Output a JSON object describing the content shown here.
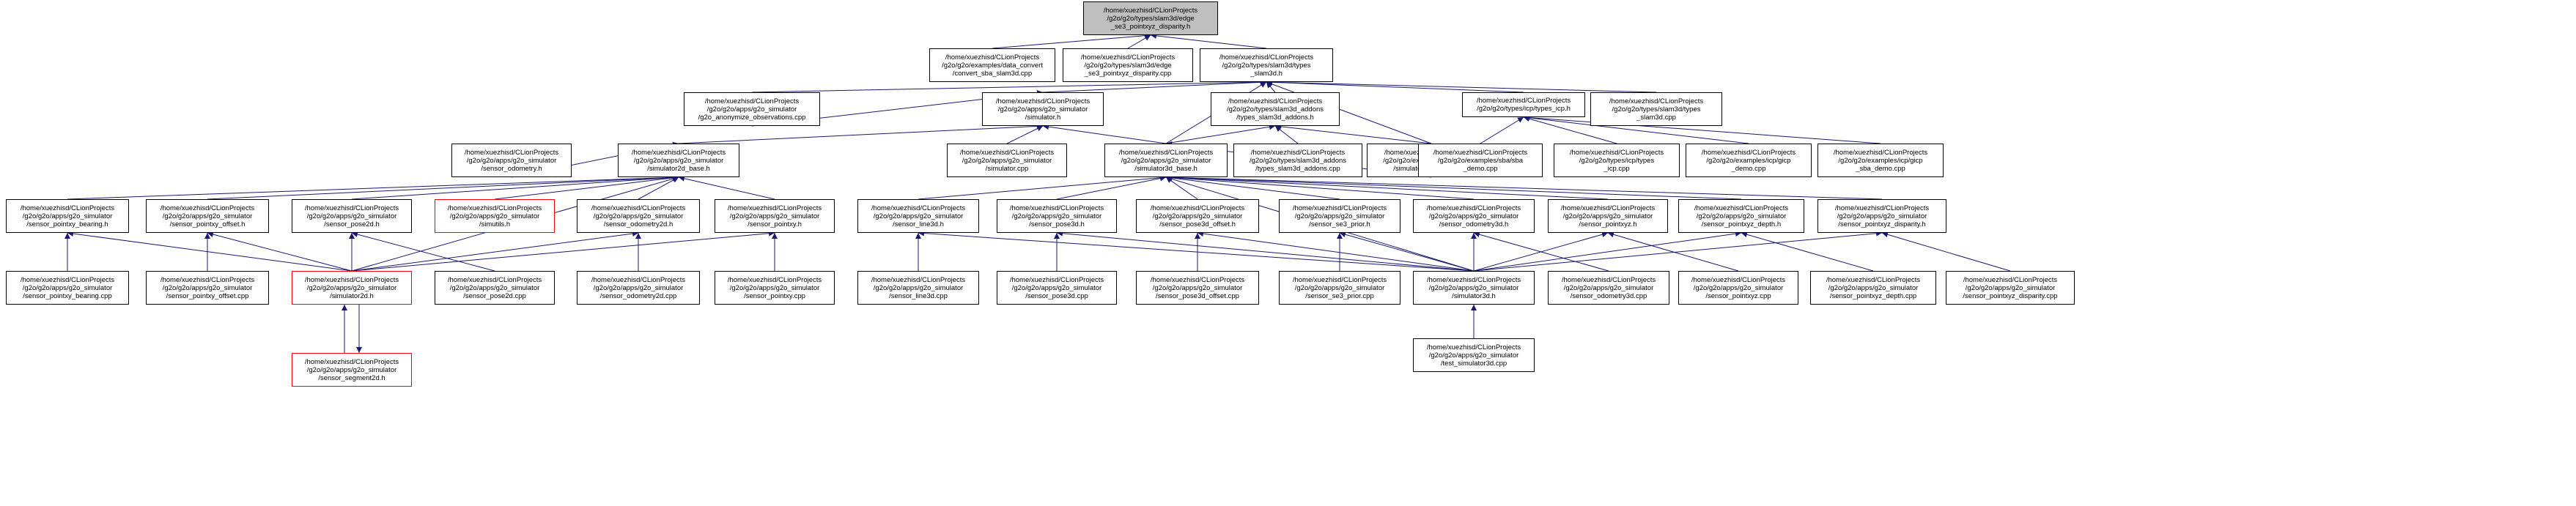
{
  "colors": {
    "edge": "#191970",
    "node_border": "#000000",
    "highlight_border": "#ff0000",
    "root_fill": "#bfbfbf"
  },
  "nodes": [
    {
      "id": "root",
      "lines": [
        "/home/xuezhisd/CLionProjects",
        "/g2o/g2o/types/slam3d/edge",
        "_se3_pointxyz_disparity.h"
      ],
      "style": "root"
    },
    {
      "id": "data_convert",
      "lines": [
        "/home/xuezhisd/CLionProjects",
        "/g2o/g2o/examples/data_convert",
        "/convert_sba_slam3d.cpp"
      ]
    },
    {
      "id": "edge_cpp",
      "lines": [
        "/home/xuezhisd/CLionProjects",
        "/g2o/g2o/types/slam3d/edge",
        "_se3_pointxyz_disparity.cpp"
      ]
    },
    {
      "id": "types_slam3d",
      "lines": [
        "/home/xuezhisd/CLionProjects",
        "/g2o/g2o/types/slam3d/types",
        "_slam3d.h"
      ]
    },
    {
      "id": "anonymize",
      "lines": [
        "/home/xuezhisd/CLionProjects",
        "/g2o/g2o/apps/g2o_simulator",
        "/g2o_anonymize_observations.cpp"
      ]
    },
    {
      "id": "simulator_h",
      "lines": [
        "/home/xuezhisd/CLionProjects",
        "/g2o/g2o/apps/g2o_simulator",
        "/simulator.h"
      ]
    },
    {
      "id": "addons_h",
      "lines": [
        "/home/xuezhisd/CLionProjects",
        "/g2o/g2o/types/slam3d_addons",
        "/types_slam3d_addons.h"
      ]
    },
    {
      "id": "icp_h",
      "lines": [
        "/home/xuezhisd/CLionProjects",
        "/g2o/g2o/types/icp/types_icp.h"
      ]
    },
    {
      "id": "types_slam3d_cpp",
      "lines": [
        "/home/xuezhisd/CLionProjects",
        "/g2o/g2o/types/slam3d/types",
        "_slam3d.cpp"
      ]
    },
    {
      "id": "sensor_odometry_h",
      "lines": [
        "/home/xuezhisd/CLionProjects",
        "/g2o/g2o/apps/g2o_simulator",
        "/sensor_odometry.h"
      ]
    },
    {
      "id": "sim2d_base",
      "lines": [
        "/home/xuezhisd/CLionProjects",
        "/g2o/g2o/apps/g2o_simulator",
        "/simulator2d_base.h"
      ]
    },
    {
      "id": "simulator_cpp",
      "lines": [
        "/home/xuezhisd/CLionProjects",
        "/g2o/g2o/apps/g2o_simulator",
        "/simulator.cpp"
      ]
    },
    {
      "id": "sim3d_base",
      "lines": [
        "/home/xuezhisd/CLionProjects",
        "/g2o/g2o/apps/g2o_simulator",
        "/simulator3d_base.h"
      ]
    },
    {
      "id": "addons_cpp",
      "lines": [
        "/home/xuezhisd/CLionProjects",
        "/g2o/g2o/types/slam3d_addons",
        "/types_slam3d_addons.cpp"
      ]
    },
    {
      "id": "plane_slam",
      "lines": [
        "/home/xuezhisd/CLionProjects",
        "/g2o/g2o/examples/plane_slam",
        "/simulator_3d_plane.cpp"
      ]
    },
    {
      "id": "sba_demo",
      "lines": [
        "/home/xuezhisd/CLionProjects",
        "/g2o/g2o/examples/sba/sba",
        "_demo.cpp"
      ]
    },
    {
      "id": "icp_cpp",
      "lines": [
        "/home/xuezhisd/CLionProjects",
        "/g2o/g2o/types/icp/types",
        "_icp.cpp"
      ]
    },
    {
      "id": "gicp_demo",
      "lines": [
        "/home/xuezhisd/CLionProjects",
        "/g2o/g2o/examples/icp/gicp",
        "_demo.cpp"
      ]
    },
    {
      "id": "gicp_sba_demo",
      "lines": [
        "/home/xuezhisd/CLionProjects",
        "/g2o/g2o/examples/icp/gicp",
        "_sba_demo.cpp"
      ]
    },
    {
      "id": "pointxy_bearing_h",
      "lines": [
        "/home/xuezhisd/CLionProjects",
        "/g2o/g2o/apps/g2o_simulator",
        "/sensor_pointxy_bearing.h"
      ]
    },
    {
      "id": "pointxy_offset_h",
      "lines": [
        "/home/xuezhisd/CLionProjects",
        "/g2o/g2o/apps/g2o_simulator",
        "/sensor_pointxy_offset.h"
      ]
    },
    {
      "id": "pose2d_h",
      "lines": [
        "/home/xuezhisd/CLionProjects",
        "/g2o/g2o/apps/g2o_simulator",
        "/sensor_pose2d.h"
      ]
    },
    {
      "id": "simutils_h",
      "lines": [
        "/home/xuezhisd/CLionProjects",
        "/g2o/g2o/apps/g2o_simulator",
        "/simutils.h"
      ],
      "style": "hl"
    },
    {
      "id": "odometry2d_h",
      "lines": [
        "/home/xuezhisd/CLionProjects",
        "/g2o/g2o/apps/g2o_simulator",
        "/sensor_odometry2d.h"
      ]
    },
    {
      "id": "pointxy_h",
      "lines": [
        "/home/xuezhisd/CLionProjects",
        "/g2o/g2o/apps/g2o_simulator",
        "/sensor_pointxy.h"
      ]
    },
    {
      "id": "line3d_h",
      "lines": [
        "/home/xuezhisd/CLionProjects",
        "/g2o/g2o/apps/g2o_simulator",
        "/sensor_line3d.h"
      ]
    },
    {
      "id": "pose3d_h",
      "lines": [
        "/home/xuezhisd/CLionProjects",
        "/g2o/g2o/apps/g2o_simulator",
        "/sensor_pose3d.h"
      ]
    },
    {
      "id": "pose3d_offset_h",
      "lines": [
        "/home/xuezhisd/CLionProjects",
        "/g2o/g2o/apps/g2o_simulator",
        "/sensor_pose3d_offset.h"
      ]
    },
    {
      "id": "se3_prior_h",
      "lines": [
        "/home/xuezhisd/CLionProjects",
        "/g2o/g2o/apps/g2o_simulator",
        "/sensor_se3_prior.h"
      ]
    },
    {
      "id": "odometry3d_h",
      "lines": [
        "/home/xuezhisd/CLionProjects",
        "/g2o/g2o/apps/g2o_simulator",
        "/sensor_odometry3d.h"
      ]
    },
    {
      "id": "pointxyz_h",
      "lines": [
        "/home/xuezhisd/CLionProjects",
        "/g2o/g2o/apps/g2o_simulator",
        "/sensor_pointxyz.h"
      ]
    },
    {
      "id": "pointxyz_depth_h",
      "lines": [
        "/home/xuezhisd/CLionProjects",
        "/g2o/g2o/apps/g2o_simulator",
        "/sensor_pointxyz_depth.h"
      ]
    },
    {
      "id": "pointxyz_disparity_h",
      "lines": [
        "/home/xuezhisd/CLionProjects",
        "/g2o/g2o/apps/g2o_simulator",
        "/sensor_pointxyz_disparity.h"
      ]
    },
    {
      "id": "pointxy_bearing_cpp",
      "lines": [
        "/home/xuezhisd/CLionProjects",
        "/g2o/g2o/apps/g2o_simulator",
        "/sensor_pointxy_bearing.cpp"
      ]
    },
    {
      "id": "pointxy_offset_cpp",
      "lines": [
        "/home/xuezhisd/CLionProjects",
        "/g2o/g2o/apps/g2o_simulator",
        "/sensor_pointxy_offset.cpp"
      ]
    },
    {
      "id": "simulator2d_h",
      "lines": [
        "/home/xuezhisd/CLionProjects",
        "/g2o/g2o/apps/g2o_simulator",
        "/simulator2d.h"
      ],
      "style": "hl"
    },
    {
      "id": "pose2d_cpp",
      "lines": [
        "/home/xuezhisd/CLionProjects",
        "/g2o/g2o/apps/g2o_simulator",
        "/sensor_pose2d.cpp"
      ]
    },
    {
      "id": "odometry2d_cpp",
      "lines": [
        "/home/xuezhisd/CLionProjects",
        "/g2o/g2o/apps/g2o_simulator",
        "/sensor_odometry2d.cpp"
      ]
    },
    {
      "id": "pointxy_cpp",
      "lines": [
        "/home/xuezhisd/CLionProjects",
        "/g2o/g2o/apps/g2o_simulator",
        "/sensor_pointxy.cpp"
      ]
    },
    {
      "id": "line3d_cpp",
      "lines": [
        "/home/xuezhisd/CLionProjects",
        "/g2o/g2o/apps/g2o_simulator",
        "/sensor_line3d.cpp"
      ]
    },
    {
      "id": "pose3d_cpp",
      "lines": [
        "/home/xuezhisd/CLionProjects",
        "/g2o/g2o/apps/g2o_simulator",
        "/sensor_pose3d.cpp"
      ]
    },
    {
      "id": "pose3d_offset_cpp",
      "lines": [
        "/home/xuezhisd/CLionProjects",
        "/g2o/g2o/apps/g2o_simulator",
        "/sensor_pose3d_offset.cpp"
      ]
    },
    {
      "id": "se3_prior_cpp",
      "lines": [
        "/home/xuezhisd/CLionProjects",
        "/g2o/g2o/apps/g2o_simulator",
        "/sensor_se3_prior.cpp"
      ]
    },
    {
      "id": "simulator3d_h",
      "lines": [
        "/home/xuezhisd/CLionProjects",
        "/g2o/g2o/apps/g2o_simulator",
        "/simulator3d.h"
      ]
    },
    {
      "id": "odometry3d_cpp",
      "lines": [
        "/home/xuezhisd/CLionProjects",
        "/g2o/g2o/apps/g2o_simulator",
        "/sensor_odometry3d.cpp"
      ]
    },
    {
      "id": "pointxyz_cpp",
      "lines": [
        "/home/xuezhisd/CLionProjects",
        "/g2o/g2o/apps/g2o_simulator",
        "/sensor_pointxyz.cpp"
      ]
    },
    {
      "id": "pointxyz_depth_cpp",
      "lines": [
        "/home/xuezhisd/CLionProjects",
        "/g2o/g2o/apps/g2o_simulator",
        "/sensor_pointxyz_depth.cpp"
      ]
    },
    {
      "id": "pointxyz_disparity_cpp",
      "lines": [
        "/home/xuezhisd/CLionProjects",
        "/g2o/g2o/apps/g2o_simulator",
        "/sensor_pointxyz_disparity.cpp"
      ]
    },
    {
      "id": "segment2d_h",
      "lines": [
        "/home/xuezhisd/CLionProjects",
        "/g2o/g2o/apps/g2o_simulator",
        "/sensor_segment2d.h"
      ],
      "style": "hl"
    },
    {
      "id": "test_sim3d",
      "lines": [
        "/home/xuezhisd/CLionProjects",
        "/g2o/g2o/apps/g2o_simulator",
        "/test_simulator3d.cpp"
      ]
    }
  ],
  "edges": [
    [
      "data_convert",
      "root"
    ],
    [
      "edge_cpp",
      "root"
    ],
    [
      "types_slam3d",
      "root"
    ],
    [
      "anonymize",
      "types_slam3d"
    ],
    [
      "simulator_h",
      "types_slam3d"
    ],
    [
      "sim3d_base",
      "types_slam3d"
    ],
    [
      "addons_h",
      "types_slam3d"
    ],
    [
      "plane_slam",
      "types_slam3d"
    ],
    [
      "icp_h",
      "types_slam3d"
    ],
    [
      "types_slam3d_cpp",
      "types_slam3d"
    ],
    [
      "anonymize",
      "simulator_h"
    ],
    [
      "sim2d_base",
      "simulator_h"
    ],
    [
      "simulator_cpp",
      "simulator_h"
    ],
    [
      "sim3d_base",
      "simulator_h"
    ],
    [
      "sim3d_base",
      "addons_h"
    ],
    [
      "addons_cpp",
      "addons_h"
    ],
    [
      "plane_slam",
      "addons_h"
    ],
    [
      "sba_demo",
      "icp_h"
    ],
    [
      "icp_cpp",
      "icp_h"
    ],
    [
      "gicp_demo",
      "icp_h"
    ],
    [
      "gicp_sba_demo",
      "icp_h"
    ],
    [
      "sensor_odometry_h",
      "sim2d_base"
    ],
    [
      "pointxy_bearing_h",
      "sim2d_base"
    ],
    [
      "pointxy_offset_h",
      "sim2d_base"
    ],
    [
      "pose2d_h",
      "sim2d_base"
    ],
    [
      "simutils_h",
      "sim2d_base"
    ],
    [
      "odometry2d_h",
      "sim2d_base"
    ],
    [
      "pointxy_h",
      "sim2d_base"
    ],
    [
      "simulator2d_h",
      "sim2d_base"
    ],
    [
      "line3d_h",
      "sim3d_base"
    ],
    [
      "pose3d_h",
      "sim3d_base"
    ],
    [
      "pose3d_offset_h",
      "sim3d_base"
    ],
    [
      "se3_prior_h",
      "sim3d_base"
    ],
    [
      "odometry3d_h",
      "sim3d_base"
    ],
    [
      "pointxyz_h",
      "sim3d_base"
    ],
    [
      "pointxyz_depth_h",
      "sim3d_base"
    ],
    [
      "pointxyz_disparity_h",
      "sim3d_base"
    ],
    [
      "simulator3d_h",
      "sim3d_base"
    ],
    [
      "plane_slam",
      "sim3d_base"
    ],
    [
      "pointxy_bearing_cpp",
      "pointxy_bearing_h"
    ],
    [
      "simulator2d_h",
      "pointxy_bearing_h"
    ],
    [
      "pointxy_offset_cpp",
      "pointxy_offset_h"
    ],
    [
      "simulator2d_h",
      "pointxy_offset_h"
    ],
    [
      "simulator2d_h",
      "pose2d_h"
    ],
    [
      "pose2d_cpp",
      "pose2d_h"
    ],
    [
      "simulator2d_h",
      "odometry2d_h"
    ],
    [
      "odometry2d_cpp",
      "odometry2d_h"
    ],
    [
      "simulator2d_h",
      "pointxy_h"
    ],
    [
      "pointxy_cpp",
      "pointxy_h"
    ],
    [
      "segment2d_h",
      "simulator2d_h"
    ],
    [
      "simulator2d_h",
      "segment2d_h"
    ],
    [
      "line3d_cpp",
      "line3d_h"
    ],
    [
      "simulator3d_h",
      "line3d_h"
    ],
    [
      "pose3d_cpp",
      "pose3d_h"
    ],
    [
      "simulator3d_h",
      "pose3d_h"
    ],
    [
      "pose3d_offset_cpp",
      "pose3d_offset_h"
    ],
    [
      "simulator3d_h",
      "pose3d_offset_h"
    ],
    [
      "se3_prior_cpp",
      "se3_prior_h"
    ],
    [
      "simulator3d_h",
      "se3_prior_h"
    ],
    [
      "simulator3d_h",
      "odometry3d_h"
    ],
    [
      "odometry3d_cpp",
      "odometry3d_h"
    ],
    [
      "simulator3d_h",
      "pointxyz_h"
    ],
    [
      "pointxyz_cpp",
      "pointxyz_h"
    ],
    [
      "simulator3d_h",
      "pointxyz_depth_h"
    ],
    [
      "pointxyz_depth_cpp",
      "pointxyz_depth_h"
    ],
    [
      "simulator3d_h",
      "pointxyz_disparity_h"
    ],
    [
      "pointxyz_disparity_cpp",
      "pointxyz_disparity_h"
    ],
    [
      "test_sim3d",
      "simulator3d_h"
    ]
  ]
}
